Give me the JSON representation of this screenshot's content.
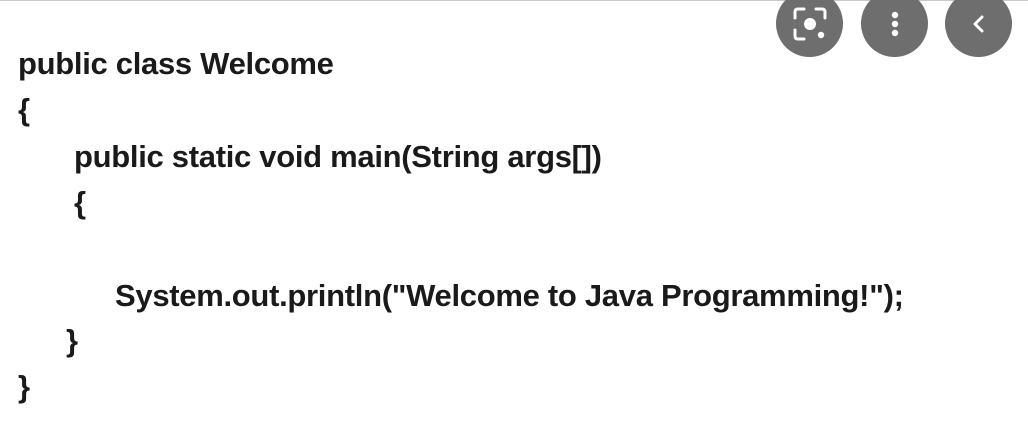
{
  "code": {
    "lines": [
      "public class Welcome",
      "{",
      "public static void main(String args[])",
      "{",
      "System.out.println(\"Welcome to Java Programming!\");",
      "}",
      "}"
    ]
  },
  "overlay": {
    "buttons": [
      {
        "icon": "lens-icon"
      },
      {
        "icon": "more-vert-icon"
      },
      {
        "icon": "chevron-left-icon"
      }
    ],
    "button_color": "#6e6e6e"
  }
}
